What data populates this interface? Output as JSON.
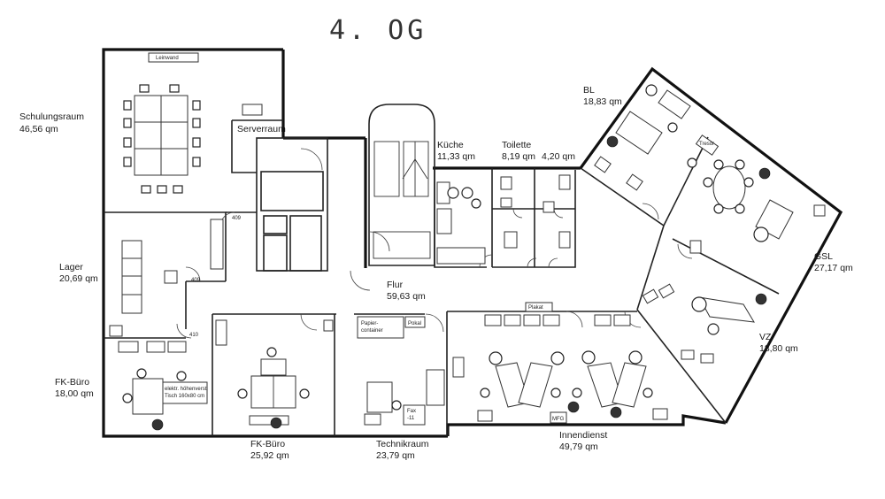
{
  "floor_title": "4. OG",
  "rooms": {
    "schulungsraum": {
      "name": "Schulungsraum",
      "area": "46,56 qm"
    },
    "serverraum": {
      "name": "Serverraum"
    },
    "kueche": {
      "name": "Küche",
      "area": "11,33 qm"
    },
    "toilette": {
      "name": "Toilette",
      "area": "8,19 qm"
    },
    "toilette2": {
      "area": "4,20 qm"
    },
    "bl": {
      "name": "BL",
      "area": "18,83 qm"
    },
    "gsl": {
      "name": "GSL",
      "area": "27,17 qm"
    },
    "vz": {
      "name": "VZ",
      "area": "18,80 qm"
    },
    "lager": {
      "name": "Lager",
      "area": "20,69 qm"
    },
    "flur": {
      "name": "Flur",
      "area": "59,63 qm"
    },
    "fk_buero_1": {
      "name": "FK-Büro",
      "area": "18,00 qm"
    },
    "fk_buero_2": {
      "name": "FK-Büro",
      "area": "25,92 qm"
    },
    "technikraum": {
      "name": "Technikraum",
      "area": "23,79 qm"
    },
    "innendienst": {
      "name": "Innendienst",
      "area": "49,79 qm"
    }
  },
  "annotations": {
    "leinwand": "Leinwand",
    "tresor": "Tresor",
    "papiercontainer_1": "Papier-",
    "papiercontainer_2": "container",
    "pokal": "Pokal",
    "fax_1": "Fax",
    "fax_2": "-11",
    "mfg": "MFG",
    "plakat": "Plakat",
    "elektr_1": "elektr. höhenverst.",
    "elektr_2": "Tisch 160x80 cm",
    "door_409a": "409",
    "door_409b": "409",
    "door_410": "410"
  }
}
